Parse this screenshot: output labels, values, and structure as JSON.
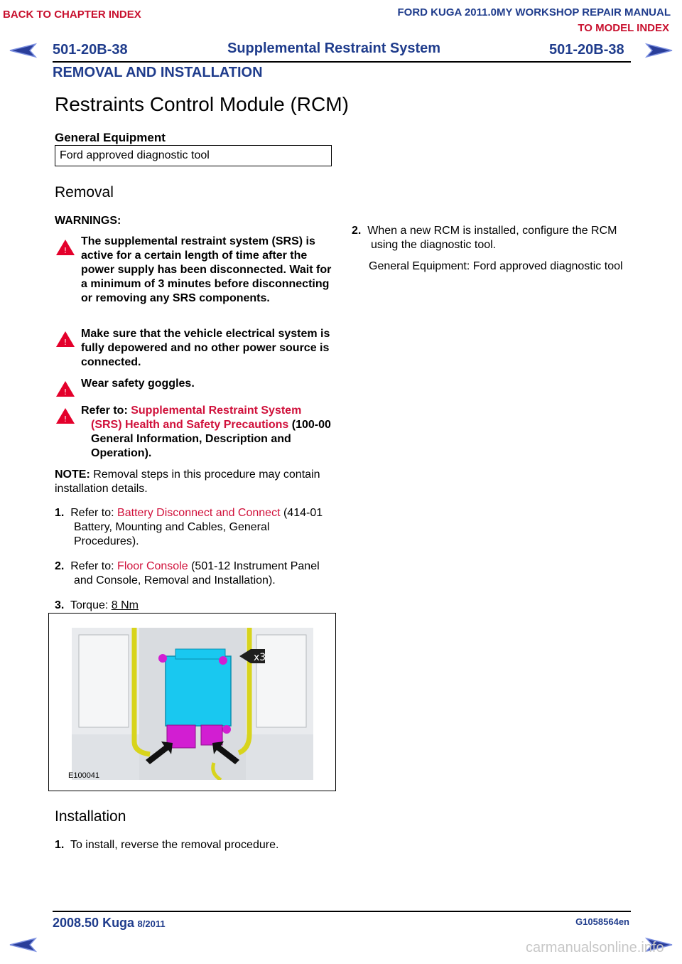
{
  "header": {
    "back_to_chapter": "BACK TO CHAPTER INDEX",
    "manual_title": "FORD KUGA 2011.0MY WORKSHOP REPAIR MANUAL",
    "to_model_index": "TO MODEL INDEX",
    "page_code_left": "501-20B-38",
    "section_title": "Supplemental Restraint System",
    "page_code_right": "501-20B-38",
    "subsection": "REMOVAL AND INSTALLATION"
  },
  "page": {
    "title": "Restraints Control Module (RCM)",
    "general_equipment_heading": "General Equipment",
    "general_equipment_item": "Ford approved diagnostic tool"
  },
  "removal": {
    "heading": "Removal",
    "warnings_label": "WARNINGS:",
    "warnings": [
      "The supplemental restraint system (SRS) is active for a certain length of time after the power supply has been disconnected. Wait for a minimum of 3 minutes before disconnecting or removing any SRS components.",
      "Make sure that the vehicle electrical system is fully depowered and no other power source is connected.",
      "Wear safety goggles."
    ],
    "warning4_prefix": "Refer to: ",
    "warning4_link": "Supplemental Restraint System (SRS) Health and Safety Precautions",
    "warning4_suffix": " (100-00 General Information, Description and Operation).",
    "note_label": "NOTE:",
    "note_text": " Removal steps in this procedure may contain installation details.",
    "steps": [
      {
        "num": "1.",
        "prefix": "Refer to: ",
        "link": "Battery Disconnect and Connect",
        "suffix": " (414-01 Battery, Mounting and Cables, General Procedures)."
      },
      {
        "num": "2.",
        "prefix": "Refer to: ",
        "link": "Floor Console",
        "suffix": " (501-12 Instrument Panel and Console, Removal and Installation)."
      },
      {
        "num": "3.",
        "prefix": "Torque: ",
        "link": "8 Nm",
        "suffix": ""
      }
    ],
    "figure_id": "E100041",
    "figure_callout": "x3"
  },
  "right_column": {
    "step2_num": "2.",
    "step2_text": "When a new RCM is installed, configure the RCM using the diagnostic tool.",
    "step2_sub": "General Equipment: Ford approved diagnostic tool"
  },
  "installation": {
    "heading": "Installation",
    "step_num": "1.",
    "step_text": "To install, reverse the removal procedure."
  },
  "footer": {
    "model": "2008.50 Kuga",
    "date": "8/2011",
    "doc_code": "G1058564en",
    "watermark": "carmanualsonline.info"
  },
  "colors": {
    "brand_blue": "#1f3c8c",
    "link_red": "#d0103a",
    "rcm_cyan": "#19c8f0",
    "connector_magenta": "#d21ed2"
  }
}
